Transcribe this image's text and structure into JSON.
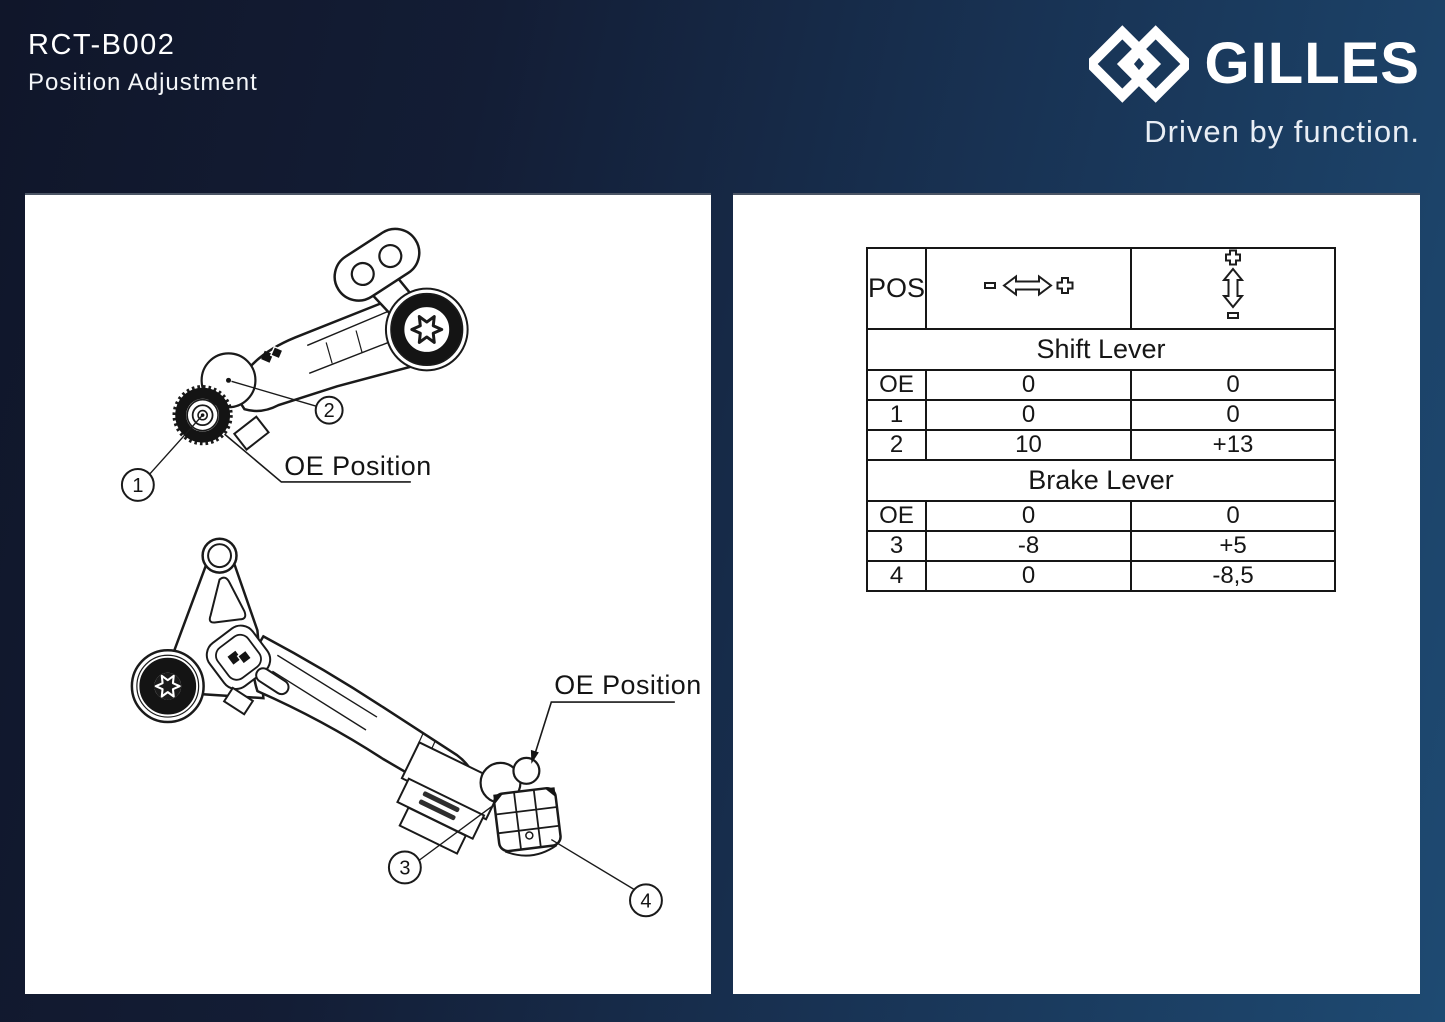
{
  "header": {
    "product_code": "RCT-B002",
    "subtitle": "Position Adjustment"
  },
  "brand": {
    "name": "GILLES",
    "tagline": "Driven by function.",
    "logo_icon": "gilles-interlocked-diamonds-icon"
  },
  "colors": {
    "background_gradient": [
      "#10162a",
      "#1e4a72"
    ],
    "panel": "#ffffff",
    "line": "#161616",
    "text_on_dark": "#ffffff"
  },
  "diagram": {
    "callouts": [
      "1",
      "2",
      "3",
      "4"
    ],
    "top_drawing": {
      "name": "shift lever",
      "oe_label": "OE Position"
    },
    "bottom_drawing": {
      "name": "brake lever",
      "oe_label": "OE Position"
    }
  },
  "table": {
    "pos_header": "POS",
    "column_icons": [
      "horizontal-adjust-minus-arrow-plus-icon",
      "vertical-adjust-plus-arrow-minus-icon"
    ],
    "sections": [
      {
        "title": "Shift Lever",
        "rows": [
          {
            "pos": "OE",
            "h": "0",
            "v": "0"
          },
          {
            "pos": "1",
            "h": "0",
            "v": "0"
          },
          {
            "pos": "2",
            "h": "10",
            "v": "+13"
          }
        ]
      },
      {
        "title": "Brake Lever",
        "rows": [
          {
            "pos": "OE",
            "h": "0",
            "v": "0"
          },
          {
            "pos": "3",
            "h": "-8",
            "v": "+5"
          },
          {
            "pos": "4",
            "h": "0",
            "v": "-8,5"
          }
        ]
      }
    ]
  }
}
